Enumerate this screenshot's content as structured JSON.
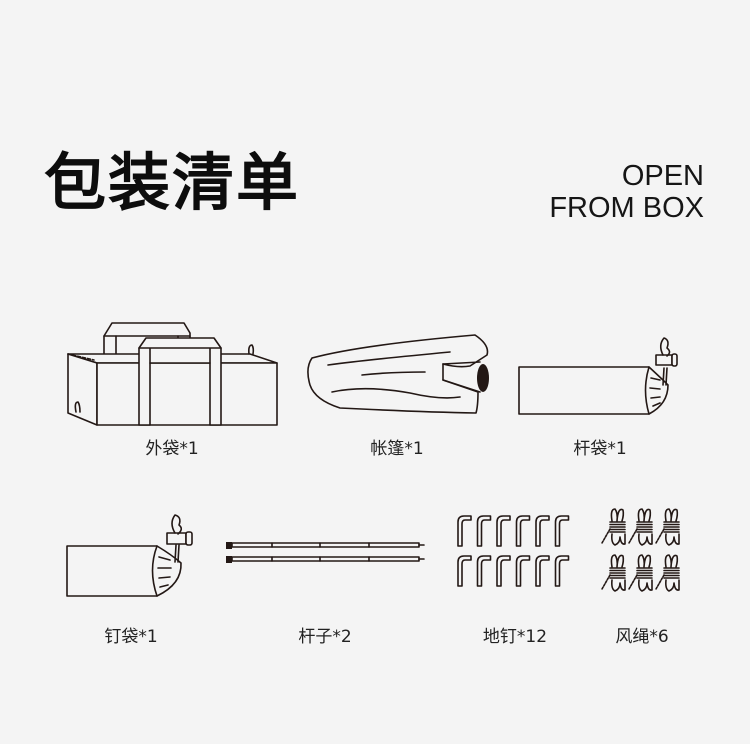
{
  "header": {
    "title": "包装清单",
    "subtitle_line1": "OPEN",
    "subtitle_line2": "FROM BOX"
  },
  "items": [
    {
      "name": "外袋",
      "quantity": "*1",
      "label": "外袋*1",
      "icon": "duffel-bag-icon"
    },
    {
      "name": "帐篷",
      "quantity": "*1",
      "label": "帐篷*1",
      "icon": "rolled-tent-icon"
    },
    {
      "name": "杆袋",
      "quantity": "*1",
      "label": "杆袋*1",
      "icon": "pole-bag-icon"
    },
    {
      "name": "钉袋",
      "quantity": "*1",
      "label": "钉袋*1",
      "icon": "stake-bag-icon"
    },
    {
      "name": "杆子",
      "quantity": "*2",
      "label": "杆子*2",
      "icon": "tent-poles-icon"
    },
    {
      "name": "地钉",
      "quantity": "*12",
      "label": "地钉*12",
      "icon": "ground-stakes-icon"
    },
    {
      "name": "风绳",
      "quantity": "*6",
      "label": "风绳*6",
      "icon": "guy-ropes-icon"
    }
  ],
  "colors": {
    "background": "#f4f4f4",
    "line": "#231815",
    "text": "#111111"
  }
}
